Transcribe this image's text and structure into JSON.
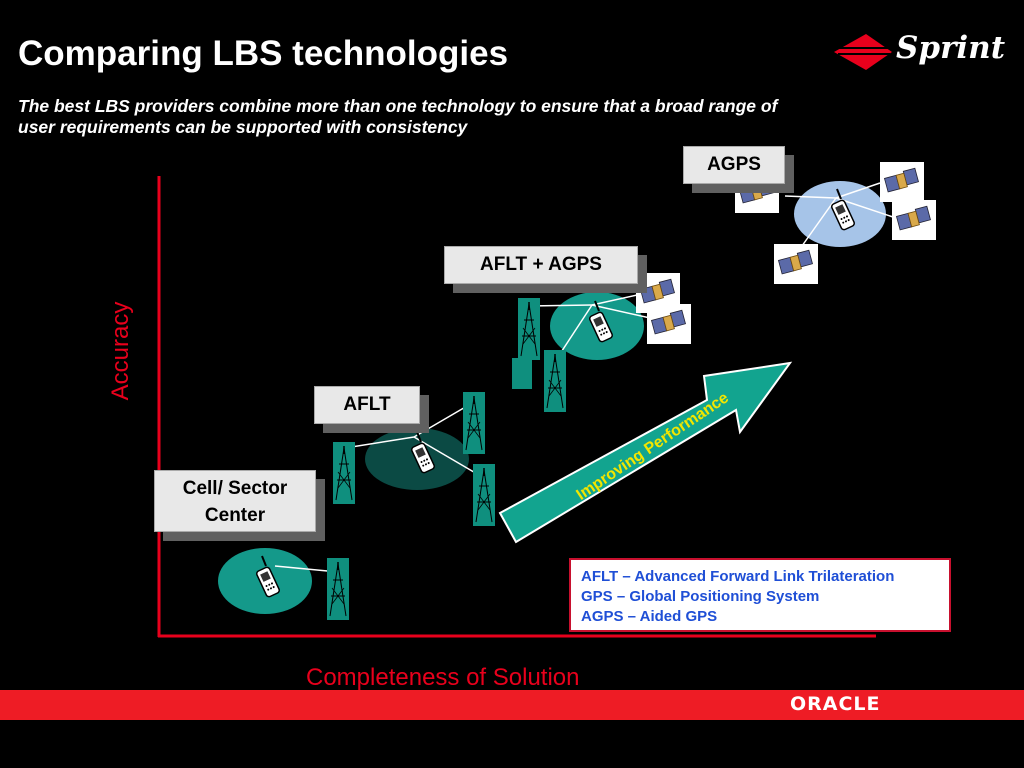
{
  "title": "Comparing LBS technologies",
  "subtitle": "The best LBS providers combine more than one technology to ensure that a broad range of user requirements can be supported with consistency",
  "brand_logo": "Sprint",
  "footer_logo": "ORACLE",
  "axes": {
    "y_label": "Accuracy",
    "x_label": "Completeness of Solution"
  },
  "stages": [
    {
      "label": "Cell/ Sector Center"
    },
    {
      "label": "AFLT"
    },
    {
      "label": "AFLT + AGPS"
    },
    {
      "label": "AGPS"
    }
  ],
  "arrow_label": "Improving Performance",
  "legend": [
    "AFLT – Advanced Forward Link Trilateration",
    "GPS – Global Positioning System",
    "AGPS – Aided GPS"
  ],
  "colors": {
    "axis": "#e8001c",
    "tower": "#0f8f7e",
    "arrow": "#12a48f",
    "legend_text": "#1f4fd6",
    "footer": "#ee1c25"
  },
  "icons": [
    "cell-tower-icon",
    "mobile-phone-icon",
    "satellite-icon",
    "sprint-logo-icon"
  ]
}
